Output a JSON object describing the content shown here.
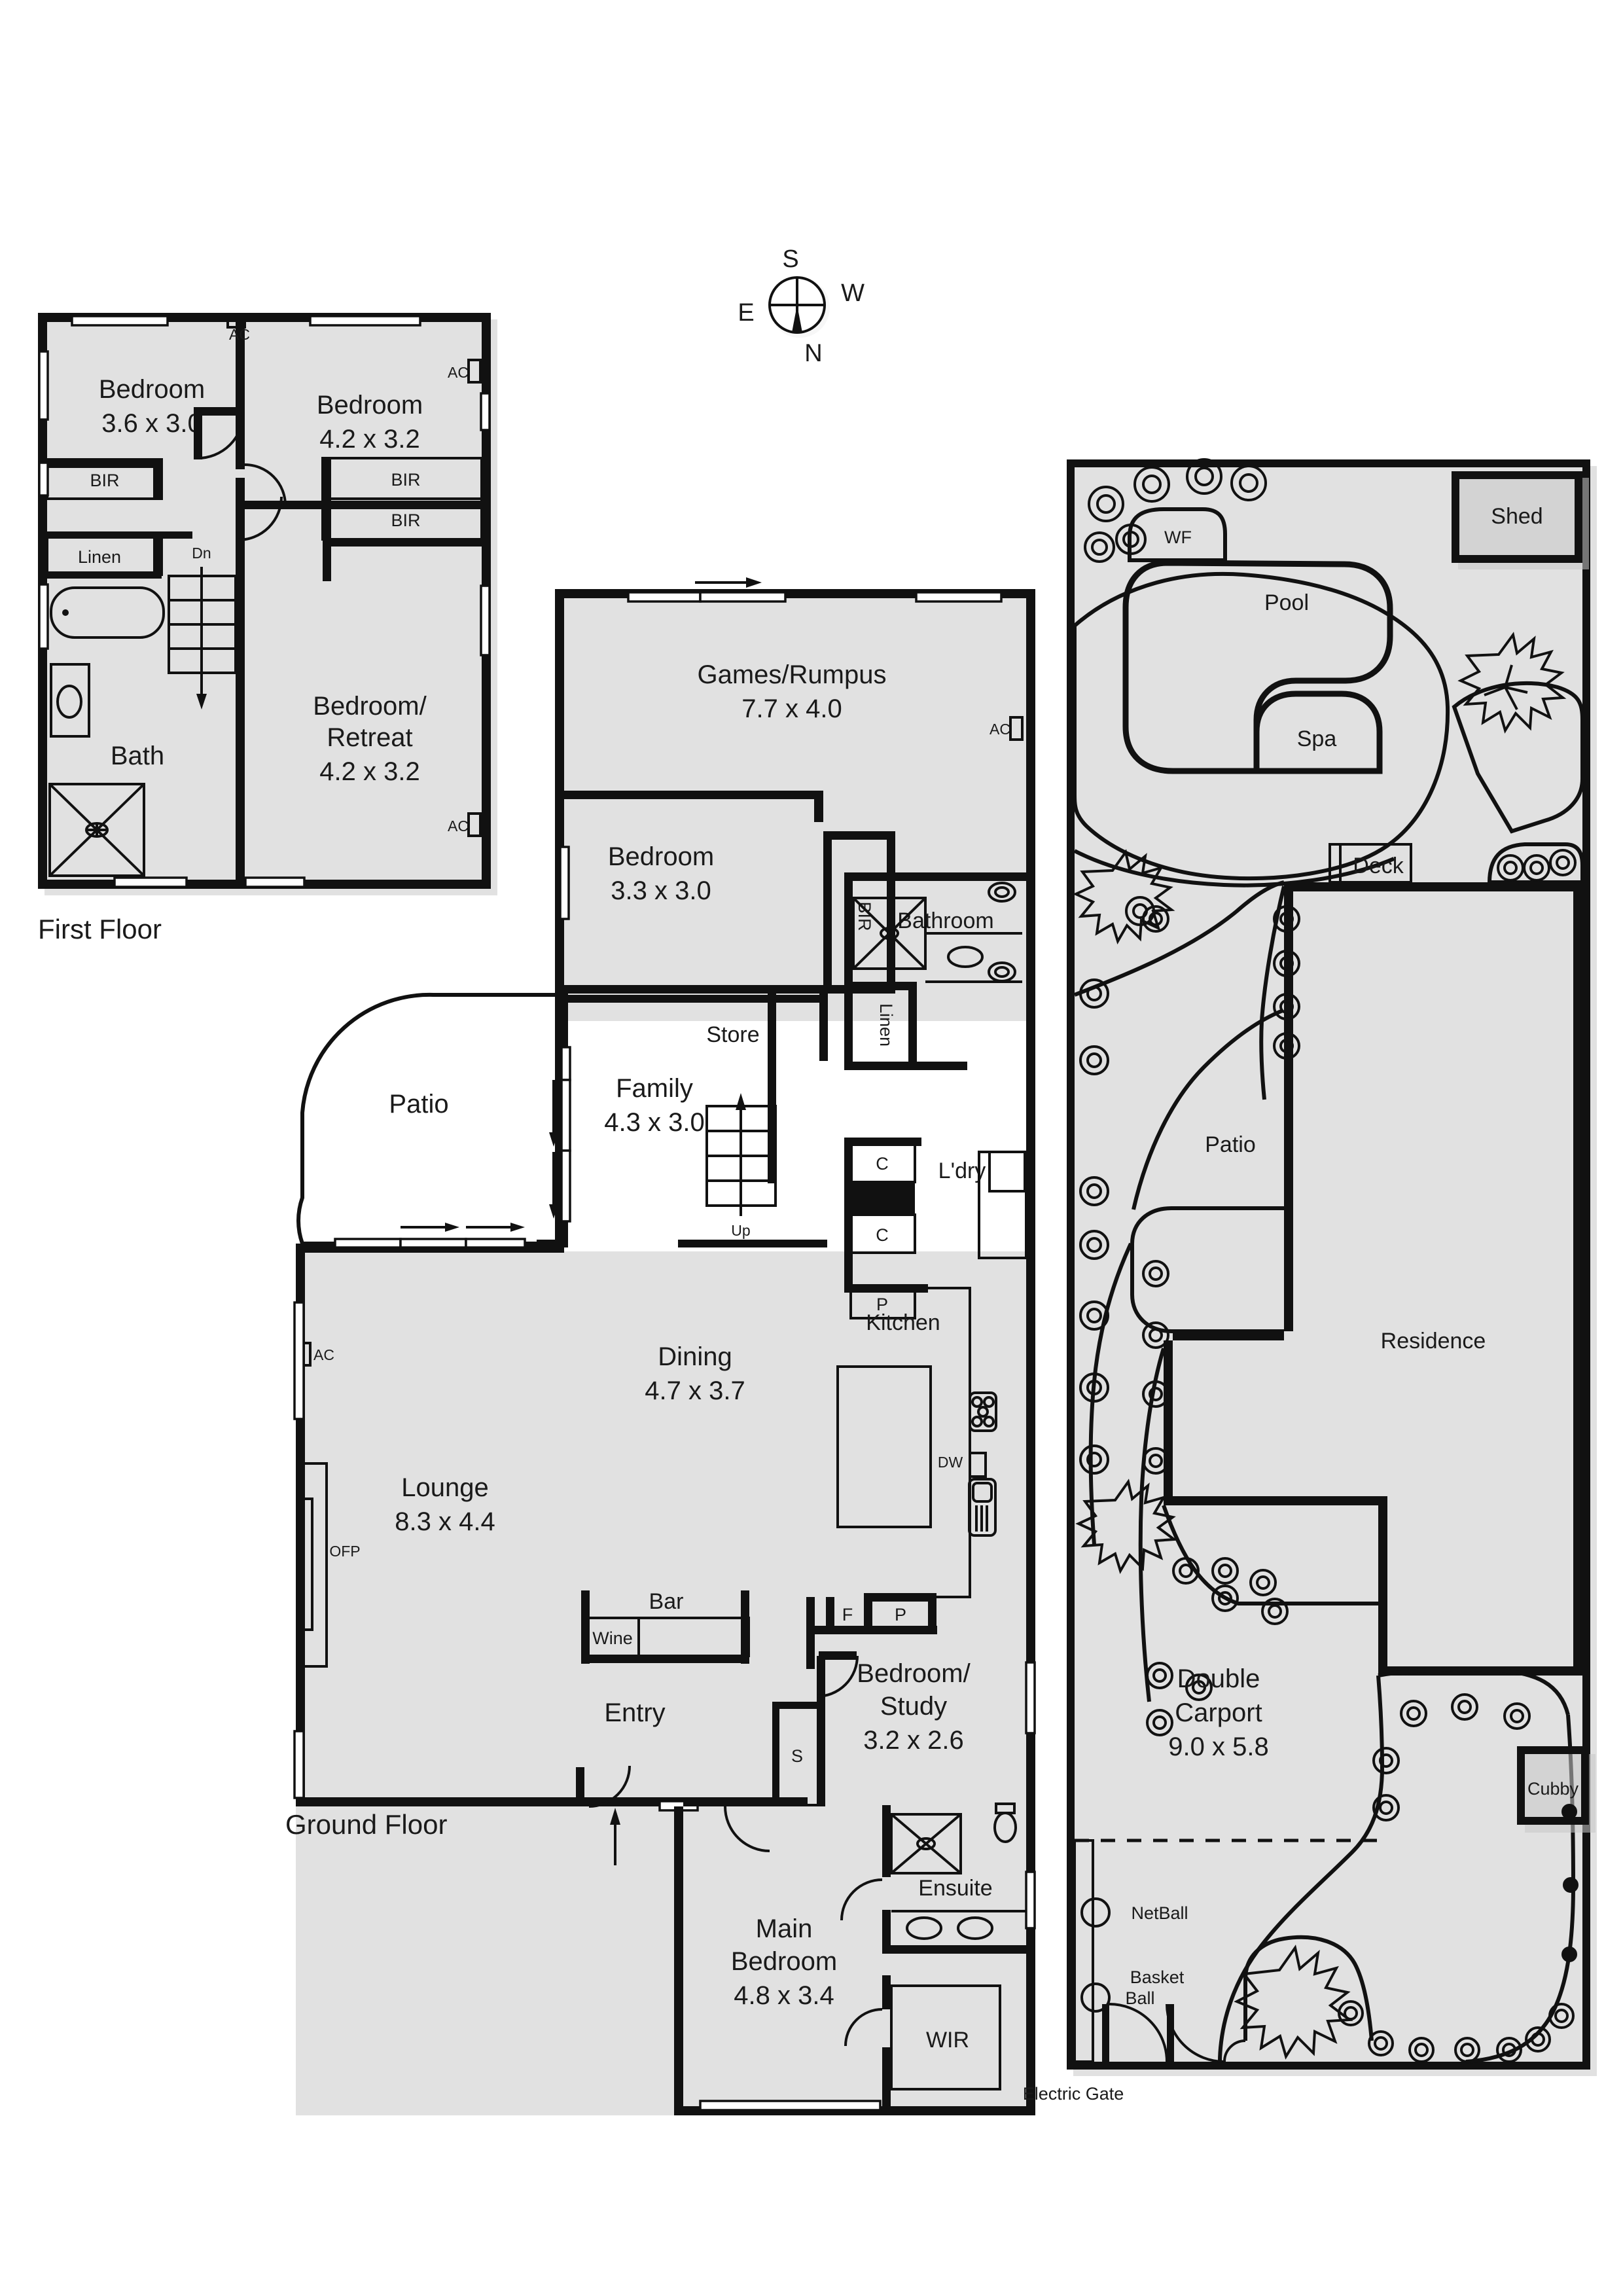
{
  "compass": {
    "top": "S",
    "right": "W",
    "left": "E",
    "bottom": "N"
  },
  "floors": {
    "first_floor_label": "First Floor",
    "ground_floor_label": "Ground Floor"
  },
  "first_floor": {
    "rooms": [
      {
        "name": "Bedroom",
        "dims": "3.6 x 3.0"
      },
      {
        "name": "Bedroom",
        "dims": "4.2 x 3.2"
      },
      {
        "name": "Bedroom/",
        "name2": "Retreat",
        "dims": "4.2 x 3.2"
      },
      {
        "name": "Bath",
        "dims": ""
      }
    ],
    "labels": {
      "bir1": "BIR",
      "bir2": "BIR",
      "bir3": "BIR",
      "linen": "Linen",
      "stairs_dn": "Dn",
      "ac1": "AC",
      "ac2": "AC",
      "ac3": "AC"
    }
  },
  "ground_floor": {
    "rooms": [
      {
        "name": "Games/Rumpus",
        "dims": "7.7 x 4.0"
      },
      {
        "name": "Bedroom",
        "dims": "3.3 x 3.0"
      },
      {
        "name": "Bathroom",
        "dims": ""
      },
      {
        "name": "Family",
        "dims": "4.3 x 3.0"
      },
      {
        "name": "Patio",
        "dims": ""
      },
      {
        "name": "Kitchen",
        "dims": ""
      },
      {
        "name": "Dining",
        "dims": "4.7 x 3.7"
      },
      {
        "name": "Lounge",
        "dims": "8.3 x 4.4"
      },
      {
        "name": "Entry",
        "dims": ""
      },
      {
        "name": "Bedroom/",
        "name2": "Study",
        "dims": "3.2 x 2.6"
      },
      {
        "name": "Main",
        "name2": "Bedroom",
        "dims": "4.8 x 3.4"
      },
      {
        "name": "Ensuite",
        "dims": ""
      },
      {
        "name": "WIR",
        "dims": ""
      },
      {
        "name": "L'dry",
        "dims": ""
      }
    ],
    "labels": {
      "store": "Store",
      "linen": "Linen",
      "bir": "BIR",
      "stairs_up": "Up",
      "bar": "Bar",
      "wine": "Wine",
      "ofp": "OFP",
      "ac_games": "AC",
      "ac_lounge": "AC",
      "cupboard1": "C",
      "cupboard2": "C",
      "pantry_ldry": "P",
      "fridge": "F",
      "pantry_kitchen": "P",
      "dishwasher": "DW",
      "safe": "S"
    }
  },
  "site_plan": {
    "labels": {
      "shed": "Shed",
      "pool": "Pool",
      "spa": "Spa",
      "water_feature": "WF",
      "deck": "Deck",
      "patio": "Patio",
      "residence": "Residence",
      "double_carport": "Double",
      "double_carport2": "Carport",
      "carport_dims": "9.0 x 5.8",
      "cubby": "Cubby",
      "netball": "NetBall",
      "basketball": "Basket",
      "basketball2": "Ball",
      "electric_gate": "Electric Gate"
    }
  },
  "colors": {
    "ink": "#111111",
    "paper": "#ffffff",
    "shadow": "#c9c9c9"
  }
}
